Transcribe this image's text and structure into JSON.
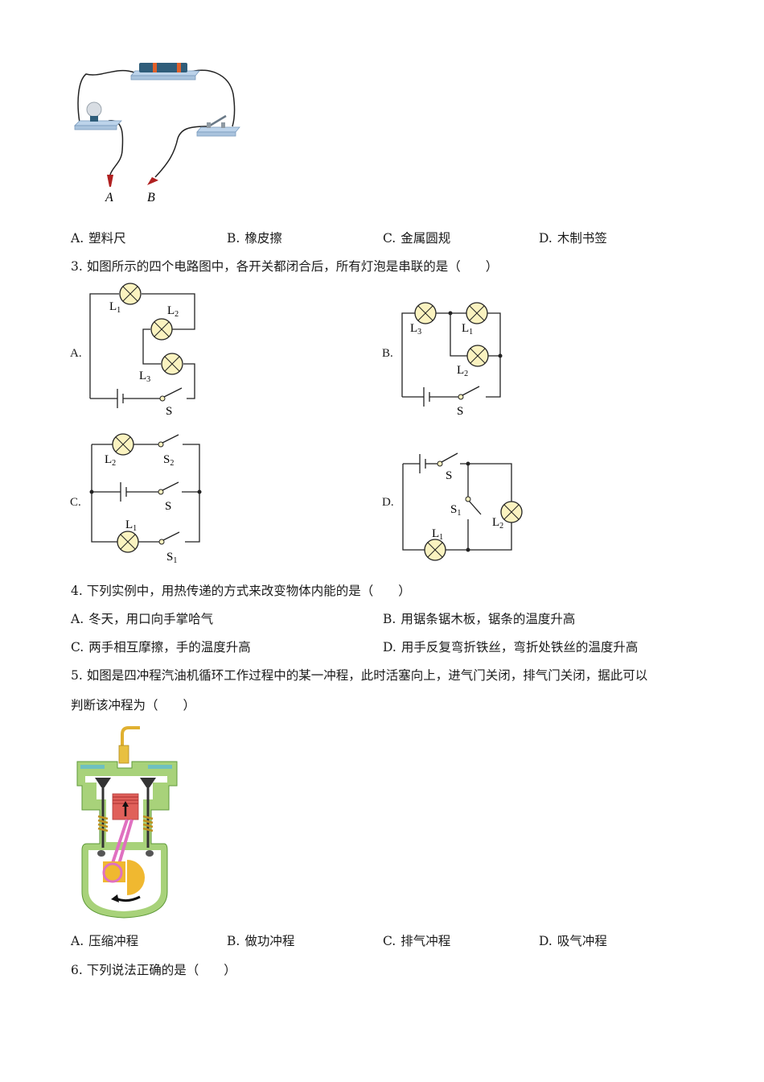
{
  "q2": {
    "figure": {
      "description": "circuit apparatus with bulb, resistor coil, knife switch and two clips",
      "clip_labels": [
        "A",
        "B"
      ]
    },
    "options": [
      {
        "key": "A.",
        "text": "塑料尺"
      },
      {
        "key": "B.",
        "text": "橡皮擦"
      },
      {
        "key": "C.",
        "text": "金属圆规"
      },
      {
        "key": "D.",
        "text": "木制书签"
      }
    ]
  },
  "q3": {
    "stem": "3. 如图所示的四个电路图中，各开关都闭合后，所有灯泡是串联的是（　　）",
    "diagrams": [
      {
        "key": "A.",
        "labels": [
          "L1",
          "L2",
          "L3",
          "S"
        ]
      },
      {
        "key": "B.",
        "labels": [
          "L3",
          "L1",
          "L2",
          "S"
        ]
      },
      {
        "key": "C.",
        "labels": [
          "L2",
          "S2",
          "S",
          "L1",
          "S1"
        ]
      },
      {
        "key": "D.",
        "labels": [
          "S",
          "S1",
          "L2",
          "L1"
        ]
      }
    ]
  },
  "q4": {
    "stem": "4. 下列实例中，用热传递的方式来改变物体内能的是（　　）",
    "options": [
      {
        "key": "A.",
        "text": "冬天，用口向手掌哈气"
      },
      {
        "key": "B.",
        "text": "用锯条锯木板，锯条的温度升高"
      },
      {
        "key": "C.",
        "text": "两手相互摩擦，手的温度升高"
      },
      {
        "key": "D.",
        "text": "用手反复弯折铁丝，弯折处铁丝的温度升高"
      }
    ]
  },
  "q5": {
    "stem_line1": "5. 如图是四冲程汽油机循环工作过程中的某一冲程，此时活塞向上，进气门关闭，排气门关闭，据此可以",
    "stem_line2": "判断该冲程为（　　）",
    "figure": {
      "description": "four-stroke gasoline engine cross-section, piston moving up, both valves closed"
    },
    "options": [
      {
        "key": "A.",
        "text": "压缩冲程"
      },
      {
        "key": "B.",
        "text": "做功冲程"
      },
      {
        "key": "C.",
        "text": "排气冲程"
      },
      {
        "key": "D.",
        "text": "吸气冲程"
      }
    ]
  },
  "q6": {
    "stem": "6. 下列说法正确的是（　　）"
  },
  "colors": {
    "lamp_fill": "#fbf3c0",
    "wire": "#222222",
    "engine_green": "#a8d27a",
    "engine_outline": "#5f9a3a",
    "piston_red": "#e0605a",
    "rod_pink": "#e070c0",
    "crank_yellow": "#f0b830"
  }
}
